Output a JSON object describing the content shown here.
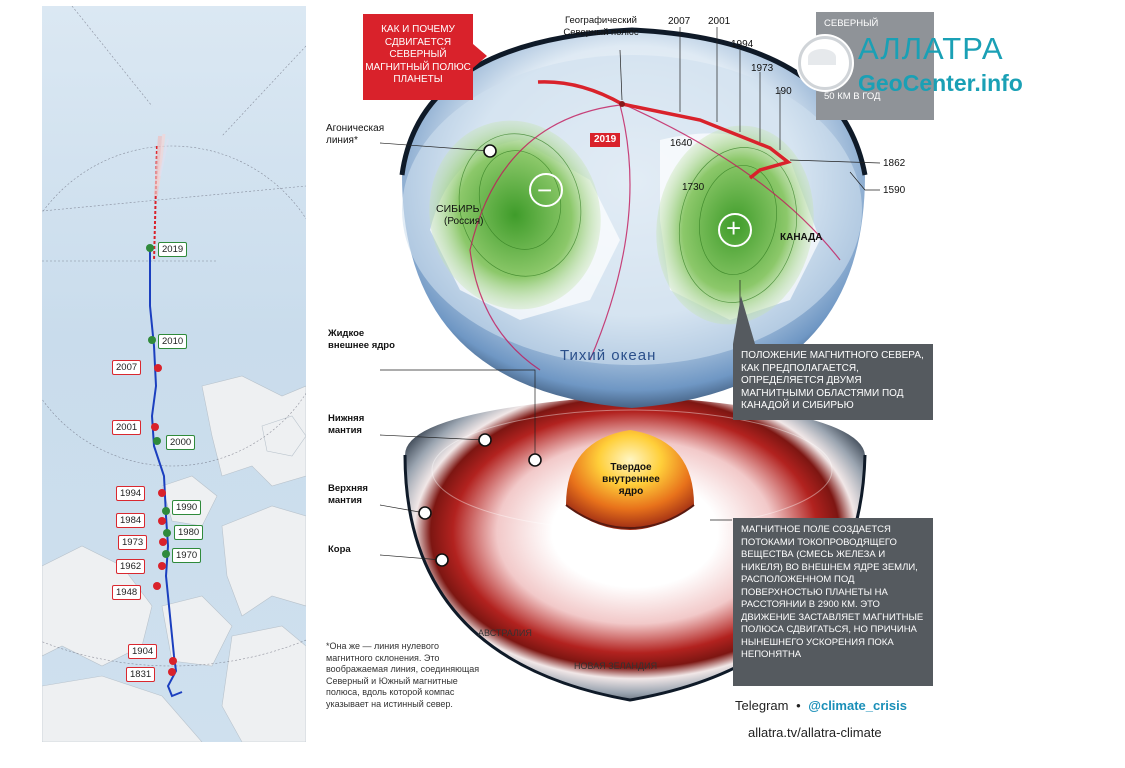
{
  "map": {
    "red_years": [
      "2007",
      "2001",
      "1994",
      "1984",
      "1973",
      "1962",
      "1948",
      "1904",
      "1831"
    ],
    "green_years": [
      "2019",
      "2010",
      "2000",
      "1990",
      "1980",
      "1970"
    ]
  },
  "diagram": {
    "title_box": "КАК И ПОЧЕМУ СДВИГАЕТСЯ СЕВЕРНЫЙ МАГНИТНЫЙ ПОЛЮС ПЛАНЕТЫ",
    "geo_pole_label": "Географический Северный полюс",
    "year_labels": [
      "2007",
      "2001",
      "1994",
      "1973",
      "190"
    ],
    "year_2019": "2019",
    "year_1640": "1640",
    "year_1730": "1730",
    "year_1862": "1862",
    "year_1590": "1590",
    "agonic_label": "Агоническая линия*",
    "siberia_label": "СИБИРЬ",
    "russia_label": "(Россия)",
    "canada_label": "КАНАДА",
    "minus_sign": "−",
    "plus_sign": "+",
    "ocean_label": "Тихий океан",
    "liquid_core_label": "Жидкое внешнее ядро",
    "lower_mantle_label": "Нижняя мантия",
    "upper_mantle_label": "Верхняя мантия",
    "crust_label": "Кора",
    "inner_core_label": "Твердое внутреннее ядро",
    "australia_label": "АВСТРАЛИЯ",
    "nz_label": "НОВАЯ ЗЕЛАНДИЯ",
    "north_position_box": "ПОЛОЖЕНИЕ МАГНИТНОГО СЕВЕРА, КАК ПРЕДПОЛАГАЕТСЯ, ОПРЕДЕЛЯЕТСЯ ДВУМЯ МАГНИТНЫМИ ОБЛАСТЯМИ ПОД КАНАДОЙ И СИБИРЬЮ",
    "field_box": "МАГНИТНОЕ ПОЛЕ СОЗДАЕТСЯ ПОТОКАМИ ТОКОПРОВОДЯЩЕГО ВЕЩЕСТВА (СМЕСЬ ЖЕЛЕЗА И НИКЕЛЯ) ВО ВНЕШНЕМ ЯДРЕ ЗЕМЛИ, РАСПОЛОЖЕННОМ ПОД ПОВЕРХНОСТЬЮ ПЛАНЕТЫ НА РАССТОЯНИИ В 2900 КМ. ЭТО ДВИЖЕНИЕ ЗАСТАВЛЯЕТ МАГНИТНЫЕ ПОЛЮСА СДВИГАТЬСЯ, НО ПРИЧИНА НЫНЕШНЕГО УСКОРЕНИЯ ПОКА НЕПОНЯТНА",
    "gray_box_line1": "СЕВЕРНЫЙ",
    "gray_box_line2": "50 КМ В ГОД",
    "footnote": "*Она же — линия нулевого магнитного склонения. Это воображаемая линия, соединяющая Северный и Южный магнитные полюса, вдоль которой компас указывает на истинный север.",
    "telegram_label": "Telegram",
    "telegram_dot": "•",
    "telegram_handle": "@climate_crisis",
    "site_url": "allatra.tv/allatra-climate"
  },
  "logo": {
    "line1": "АЛЛАТРА",
    "line2": "GeoCenter.info"
  },
  "colors": {
    "red": "#d9222b",
    "green": "#2f8a3b",
    "path_blue": "#1b3fbf",
    "box_gray": "#555a5f",
    "logo_teal": "#1aa0b5"
  }
}
